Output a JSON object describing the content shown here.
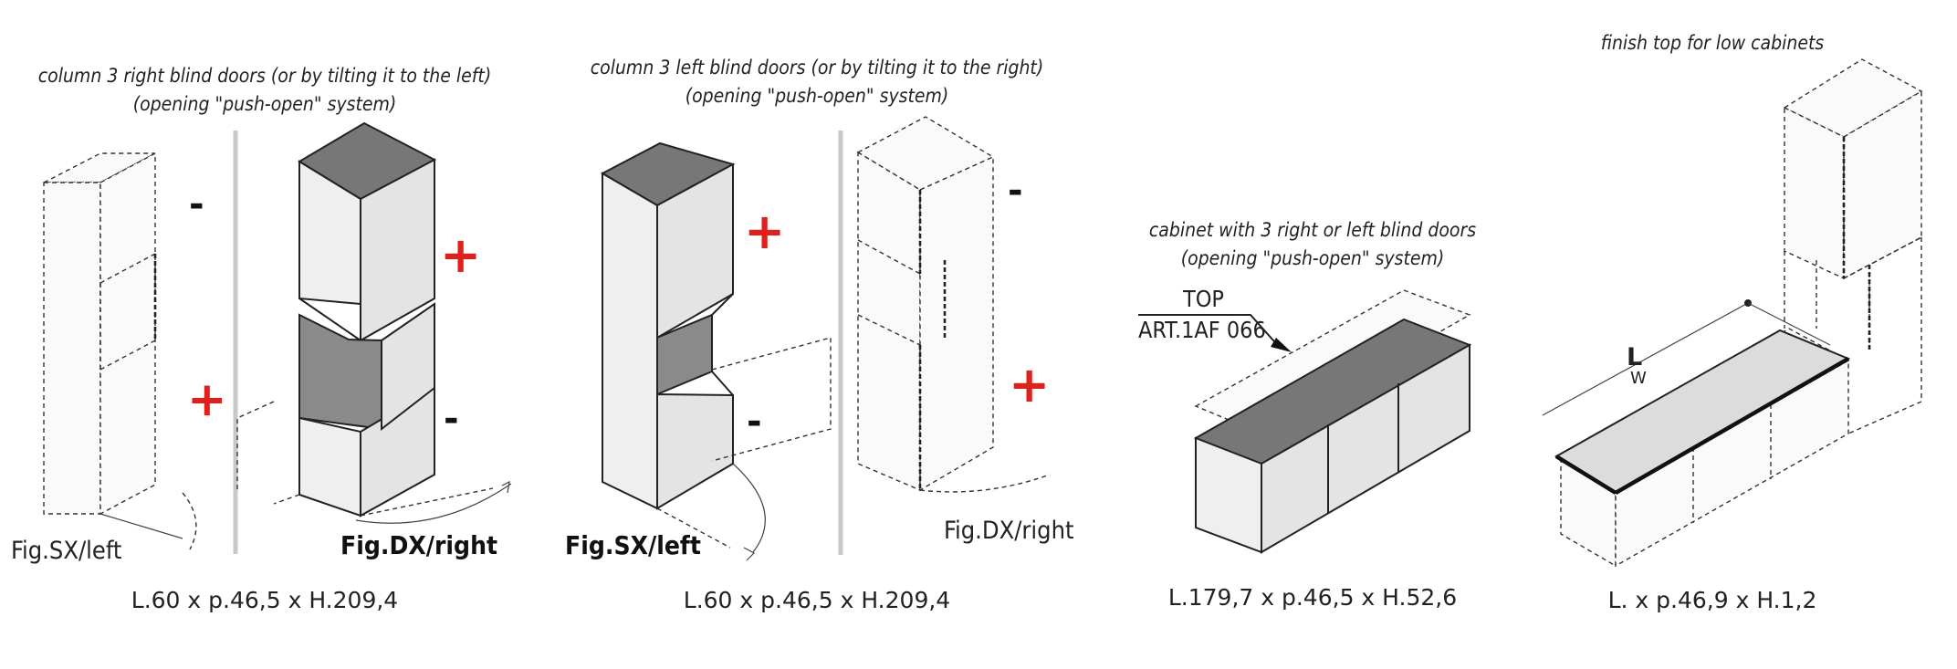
{
  "panels": [
    {
      "caption_line1": "column 3 right blind doors (or by tilting it to the left)",
      "caption_line2": "(opening \"push-open\" system)",
      "fig_left": "Fig.SX/left",
      "fig_right": "Fig.DX/right",
      "dimensions": "L.60 x p.46,5 x H.209,4"
    },
    {
      "caption_line1": "column 3 left blind doors (or by tilting it to the right)",
      "caption_line2": "(opening \"push-open\" system)",
      "fig_left": "Fig.SX/left",
      "fig_right": "Fig.DX/right",
      "dimensions": "L.60 x p.46,5 x H.209,4"
    },
    {
      "caption_line1": "cabinet with 3 right or left blind doors",
      "caption_line2": "(opening \"push-open\" system)",
      "top_label": "TOP",
      "article_label": "ART.1AF 066",
      "dimensions": "L.179,7 x p.46,5 x H.52,6"
    },
    {
      "caption_line1": "finish top for low cabinets",
      "length_label": "L",
      "width_label": "W",
      "dimensions": "L. x p.46,9 x H.1,2"
    }
  ],
  "signs": {
    "minus": "-",
    "plus": "+"
  },
  "colors": {
    "plus": "#e0201b",
    "minus": "#111111",
    "top_surface": "#777777",
    "separator": "#c8c8c8"
  }
}
